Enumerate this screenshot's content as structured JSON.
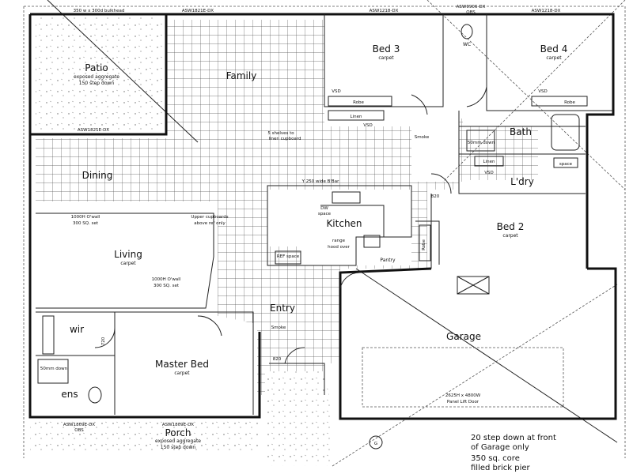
{
  "rooms": {
    "patio": "Patio",
    "patio_note_1": "exposed aggregate",
    "patio_note_2": "150 step down",
    "family": "Family",
    "bed3": "Bed 3",
    "bed3_floor": "carpet",
    "bed4": "Bed 4",
    "bed4_floor": "carpet",
    "dining": "Dining",
    "bath": "Bath",
    "ldry": "L'dry",
    "kitchen": "Kitchen",
    "bed2": "Bed 2",
    "bed2_floor": "carpet",
    "living": "Living",
    "living_floor": "carpet",
    "entry": "Entry",
    "garage": "Garage",
    "wir": "wir",
    "master_bed": "Master Bed",
    "master_floor": "carpet",
    "ens": "ens",
    "porch": "Porch",
    "porch_note_1": "exposed aggregate",
    "porch_note_2": "150 step down",
    "pantry": "Pantry",
    "wc": "WC",
    "linen": "Linen",
    "linen2": "Linen",
    "robe": "Robe",
    "robe2": "Robe",
    "robe3": "Robe"
  },
  "annotations": {
    "bulkhead": "350 w x 300d bulkhead",
    "shelves_1": "5 shelves to",
    "shelves_2": "linen cupboard",
    "bar": "Y 250 wide B'Bar",
    "upper_1": "Upper cupboards",
    "upper_2": "above ref only",
    "wall_top_1": "1000H O'wall",
    "wall_top_2": "300 SQ. set",
    "wall_bot_1": "1000H O'wall",
    "wall_bot_2": "300 SQ. set",
    "range_1": "range",
    "range_2": "hood over",
    "garage_door_1": "2625H x 4800W",
    "garage_door_2": "Panel Lift Door",
    "step_1": "20 step down at front",
    "step_2": "of Garage only",
    "pier_1": "350 sq. core",
    "pier_2": "filled brick pier",
    "smoke": "Smoke",
    "smoke2": "Smoke",
    "vsd": "VSD",
    "vsd2": "VSD",
    "vsd3": "VSD",
    "vsd4": "VSD",
    "dw": "DW",
    "space": "space",
    "ref_space": "REF space",
    "ldry_space": "space",
    "shower": "50mm down",
    "bath_shower": "50mm down",
    "north": "G",
    "window_top_1": "ASW1821E-DX",
    "window_top_2": "ASW1218-DX",
    "window_top_3": "ASW0906-DX",
    "window_top_4": "ASW1218-DX",
    "window_patio": "ASW1821E-DX",
    "window_bot_1": "ASW1809E-DX",
    "window_bot_2": "ASW1809E-DX",
    "obs": "OBS",
    "obs2": "OBS",
    "dim_820": "820",
    "dim_820b": "820",
    "dim_720": "720"
  }
}
